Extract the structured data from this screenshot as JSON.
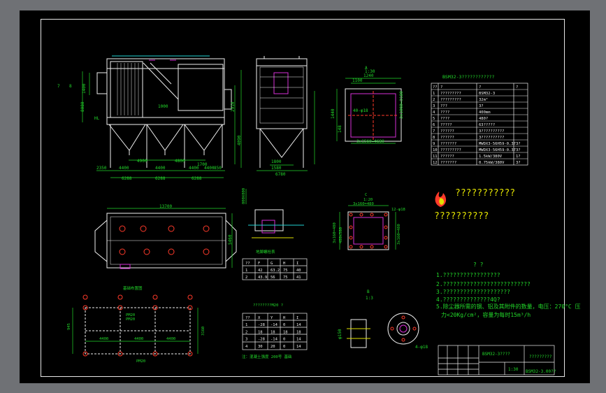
{
  "colors": {
    "background": "#6f7175",
    "sheet": "#000000",
    "frame": "#e6e6e6",
    "green": "#22d82a",
    "white": "#f0f0f0",
    "cyan": "#1fd2d2",
    "yellow": "#e0e000",
    "magenta": "#d62fd6",
    "red": "#ff3a2a"
  },
  "icons": {
    "logo": "flame-logo-icon"
  },
  "drawing": {
    "front_view": {
      "dims": [
        "7",
        "8",
        "1400",
        "8080",
        "2500",
        "1000",
        "1130",
        "2910",
        "4090",
        "2350",
        "4400",
        "4900",
        "4400",
        "4800",
        "4400",
        "1700",
        "4400",
        "850",
        "6288",
        "6288",
        "6288",
        "HL"
      ]
    },
    "side_view": {
      "dims": [
        "1580",
        "6780",
        "1800"
      ]
    },
    "section_a": {
      "title": "A",
      "scale": "1:30",
      "dims": [
        "1240",
        "1100",
        "40-φ18",
        "1440",
        "148",
        "3x1560=4680",
        "3x1060=3180"
      ]
    },
    "section_c": {
      "title": "C",
      "scale": "1:20",
      "dims": [
        "3x160=480",
        "12-φ18",
        "3x160=480",
        "3x160=480",
        "480x580"
      ]
    },
    "plan_view": {
      "dim_top": "13700",
      "dim_right": "5460"
    },
    "foundation_plan": {
      "title": "基础布置图",
      "dims": [
        "4400",
        "4400",
        "4400",
        "3160",
        "945",
        "PM20",
        "PM20",
        "PM20"
      ]
    },
    "detail_b": {
      "title": "B",
      "scale": "1:3",
      "dims": [
        "4-φ18",
        "φ150"
      ]
    },
    "detail_anchor": {
      "label": "800X800"
    }
  },
  "bolt_table_1": {
    "title": "地脚螺栓表",
    "headers": [
      "??",
      "F",
      "G",
      "H",
      "I"
    ],
    "rows": [
      [
        "1",
        "42",
        "63.2",
        "75",
        "40"
      ],
      [
        "2",
        "43.9",
        "56",
        "75",
        "41"
      ]
    ]
  },
  "bolt_table_2": {
    "title": "????????M20 ?",
    "headers": [
      "??",
      "X",
      "Y",
      "H",
      "I"
    ],
    "rows": [
      [
        "1",
        "-28",
        "-14",
        "0",
        "14"
      ],
      [
        "2",
        "18",
        "18",
        "18",
        "18"
      ],
      [
        "3",
        "-28",
        "-14",
        "0",
        "14"
      ],
      [
        "4",
        "30",
        "20",
        "0",
        "14"
      ]
    ],
    "note": "注：混凝土强度 200号 基础"
  },
  "spec_table": {
    "title": "BSM32-3????????????",
    "headers": [
      "??",
      "?",
      "?",
      "?"
    ],
    "rows": [
      [
        "1",
        "?????????",
        "BSM32-3",
        ""
      ],
      [
        "2",
        "?????????",
        "32m²",
        ""
      ],
      [
        "3",
        "???",
        "3?",
        ""
      ],
      [
        "4",
        "????",
        "400mm",
        ""
      ],
      [
        "5",
        "????",
        "480?",
        ""
      ],
      [
        "6",
        "?????",
        "63?????",
        ""
      ],
      [
        "7",
        "??????",
        "3??????????",
        ""
      ],
      [
        "8",
        "??????",
        "3??????????",
        ""
      ],
      [
        "9",
        "???????",
        "MWDX3-56H59-0.37",
        "3?"
      ],
      [
        "10",
        "?????????",
        "MWDX3-56H59-0.37",
        "3?"
      ],
      [
        "11",
        "??????",
        "1.5kW/380V",
        "1?"
      ],
      [
        "12",
        "???????",
        "0.75kW/380V",
        "3?"
      ]
    ]
  },
  "watermark": {
    "line1": "???????????",
    "line2": "??????????"
  },
  "notes": {
    "title": "? ?",
    "items": [
      "1.?????????????????",
      "2.??????????????????????????",
      "3.????????????????????",
      "4.??????????????4Q?",
      "5.除尘器所需的钢、铝及其附件的数量，电压：270°C 压",
      "力<20Kg/cm²，容量为每时15m³/h"
    ]
  },
  "title_block": {
    "title": "BSM32-3????",
    "drawing_no": "BSM32-3.00??",
    "sheet": "?????????",
    "scale_label": "1:30"
  }
}
